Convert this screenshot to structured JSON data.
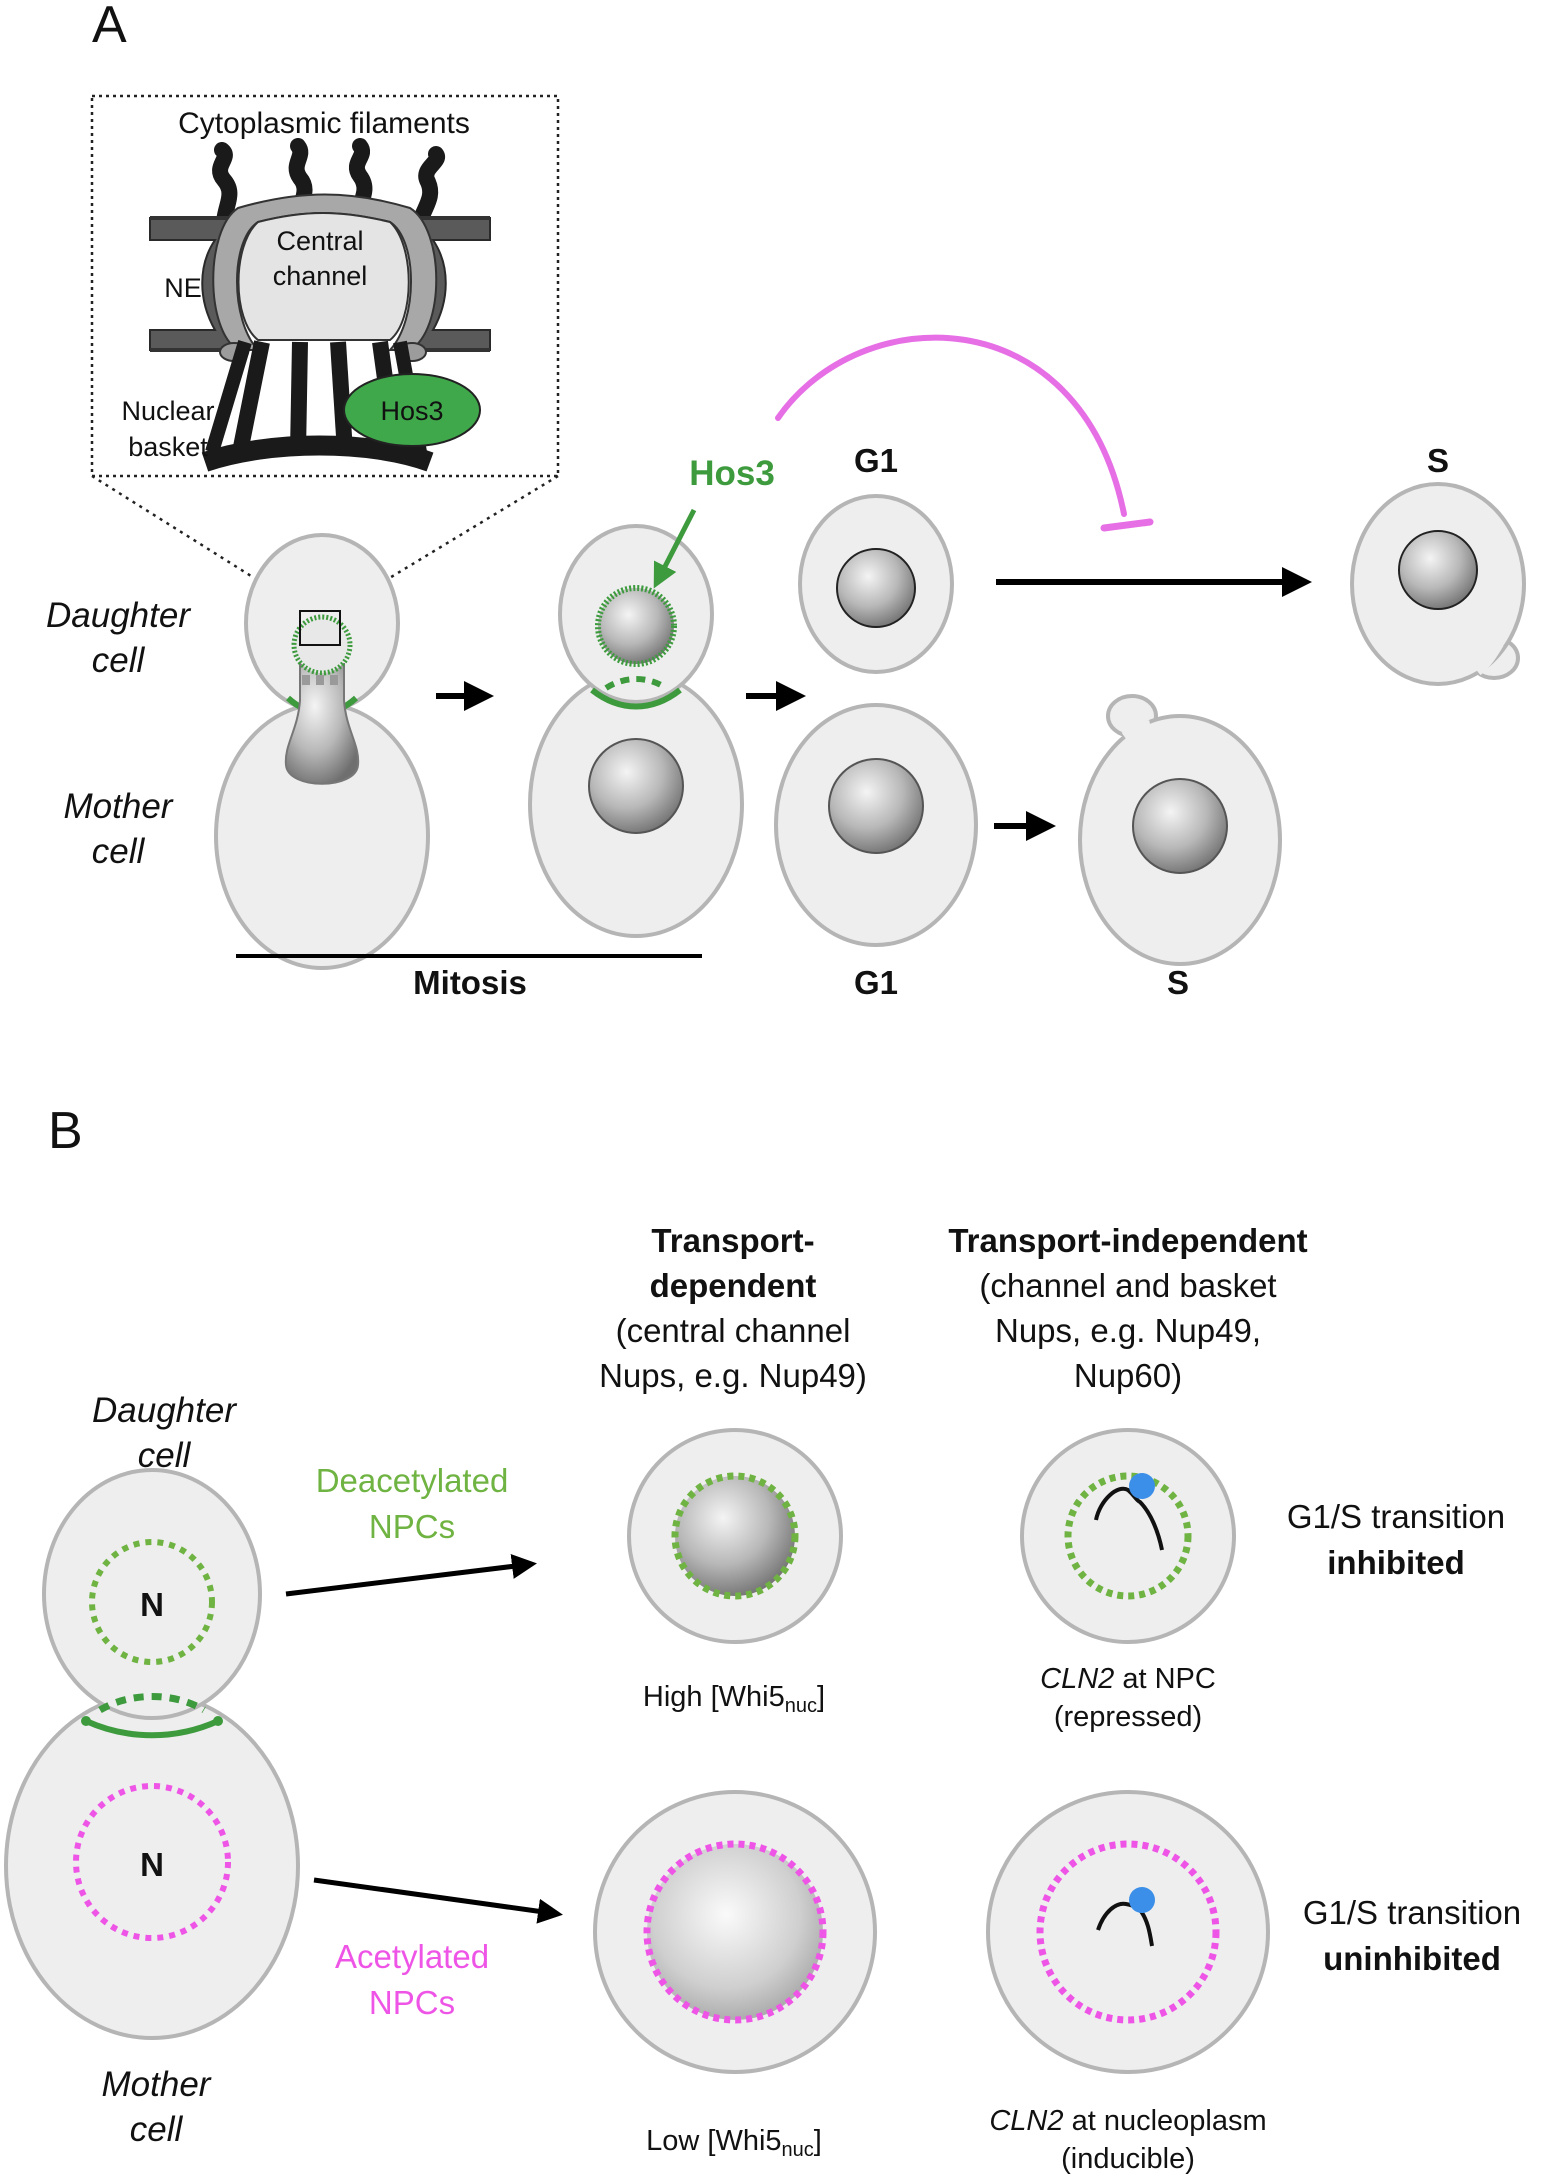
{
  "colors": {
    "cell_fill": "#eeeeee",
    "cell_stroke": "#b5b5b5",
    "hos3_green": "#3d9a3d",
    "deacetylated_green": "#6fb342",
    "acetylated_magenta": "#ee55e6",
    "inhibition_magenta": "#e76fe6",
    "cln2_blue": "#3b8fe8"
  },
  "panel_a": {
    "letter": "A",
    "inset": {
      "cytoplasmic_filaments": "Cytoplasmic filaments",
      "central_channel_1": "Central",
      "central_channel_2": "channel",
      "ne": "NE",
      "nuclear_basket_1": "Nuclear",
      "nuclear_basket_2": "basket",
      "hos3": "Hos3"
    },
    "hos3_arrow_label": "Hos3",
    "daughter_cell_1": "Daughter",
    "daughter_cell_2": "cell",
    "mother_cell_1": "Mother",
    "mother_cell_2": "cell",
    "g1_top": "G1",
    "s_top": "S",
    "g1_bottom": "G1",
    "s_bottom": "S",
    "mitosis": "Mitosis"
  },
  "panel_b": {
    "letter": "B",
    "col1_title_1": "Transport-",
    "col1_title_2": "dependent",
    "col1_sub_1": "(central channel",
    "col1_sub_2": "Nups, e.g. Nup49)",
    "col2_title": "Transport-independent",
    "col2_sub_1": "(channel and basket",
    "col2_sub_2": "Nups, e.g. Nup49,",
    "col2_sub_3": "Nup60)",
    "daughter_cell_1": "Daughter",
    "daughter_cell_2": "cell",
    "mother_cell_1": "Mother",
    "mother_cell_2": "cell",
    "nucleus_label": "N",
    "deacetylated_1": "Deacetylated",
    "deacetylated_2": "NPCs",
    "acetylated_1": "Acetylated",
    "acetylated_2": "NPCs",
    "high_whi5_prefix": "High [Whi5",
    "high_whi5_sub": "nuc",
    "high_whi5_suffix": "]",
    "low_whi5_prefix": "Low [Whi5",
    "low_whi5_sub": "nuc",
    "low_whi5_suffix": "]",
    "cln2_npc_gene": "CLN2",
    "cln2_npc_rest": " at NPC",
    "cln2_npc_state": "(repressed)",
    "cln2_nucleo_gene": "CLN2",
    "cln2_nucleo_rest": " at nucleoplasm",
    "cln2_nucleo_state": "(inducible)",
    "inhibited_1": "G1/S transition",
    "inhibited_2": "inhibited",
    "uninhibited_1": "G1/S transition",
    "uninhibited_2": "uninhibited"
  }
}
